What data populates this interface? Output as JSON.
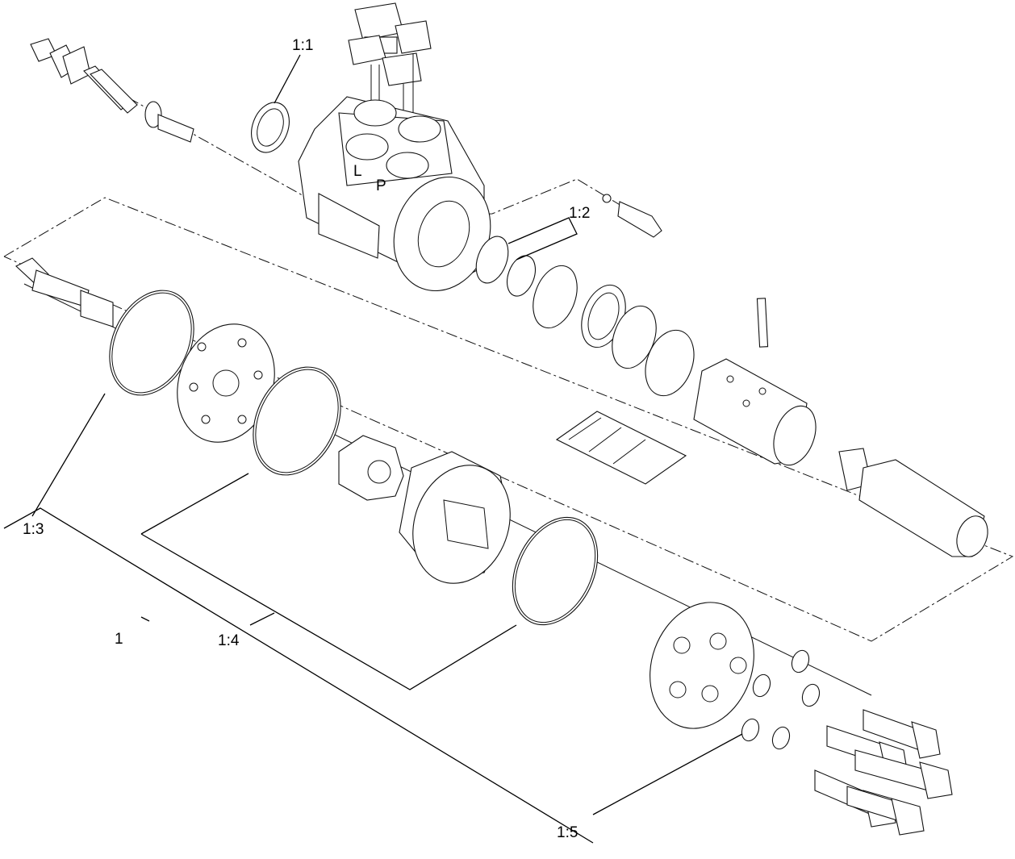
{
  "callouts": {
    "c1_1": "1:1",
    "c1_2": "1:2",
    "c1_3": "1:3",
    "c1": "1",
    "c1_4": "1:4",
    "c1_5": "1:5"
  },
  "colors": {
    "line": "#000000",
    "background": "#ffffff"
  }
}
